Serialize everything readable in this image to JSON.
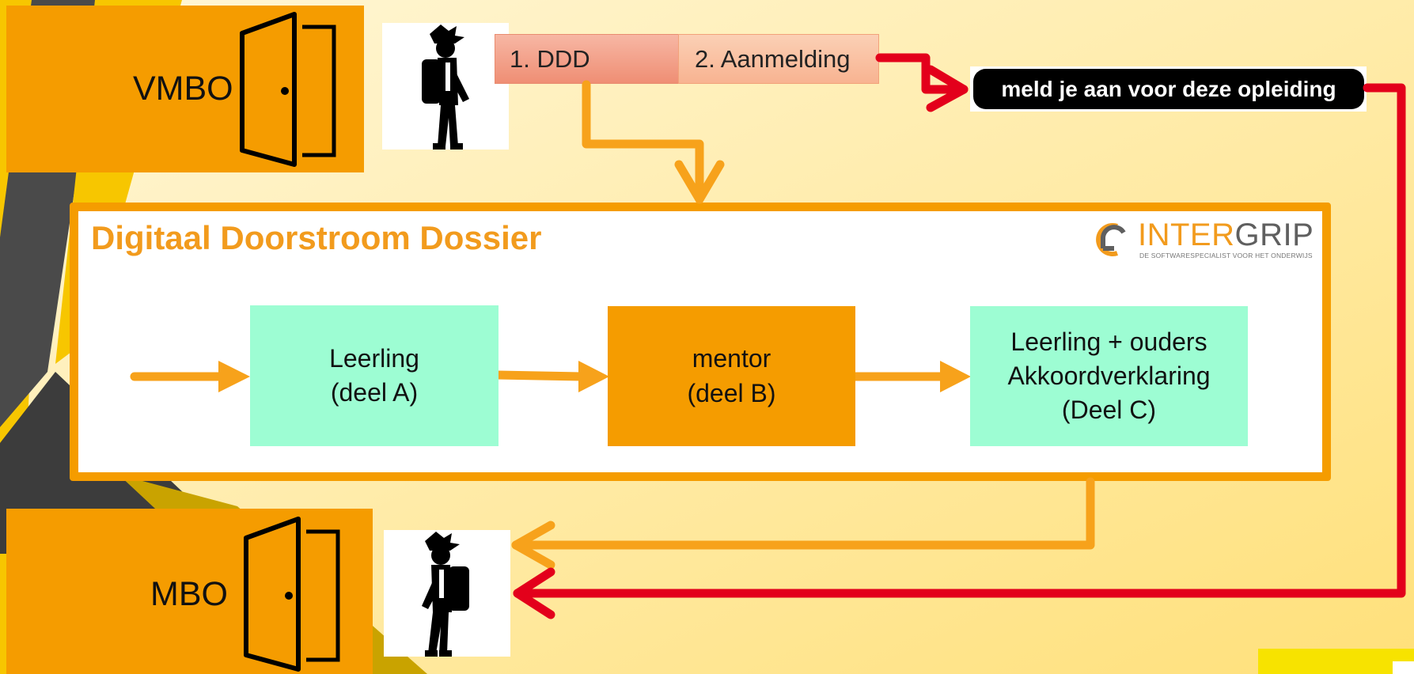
{
  "top_entry": {
    "label": "VMBO"
  },
  "bottom_entry": {
    "label": "MBO"
  },
  "steps": [
    {
      "label": "1. DDD"
    },
    {
      "label": "2. Aanmelding"
    }
  ],
  "signup_button": {
    "label": "meld je aan voor deze opleiding"
  },
  "dossier": {
    "title": "Digitaal Doorstroom Dossier",
    "logo": {
      "name_accent": "INTER",
      "name_rest": "GRIP",
      "tagline": "DE SOFTWARESPECIALIST VOOR HET ONDERWIJS"
    }
  },
  "nodes": [
    {
      "lines": [
        "Leerling",
        "(deel A)"
      ]
    },
    {
      "lines": [
        "mentor",
        "(deel B)"
      ]
    },
    {
      "lines": [
        "Leerling + ouders",
        "Akkoordverklaring",
        "(Deel C)"
      ]
    }
  ],
  "colors": {
    "orange": "#f59c00",
    "mint": "#9dfdd3",
    "red_arrow": "#e3001b",
    "orange_arrow": "#f7a21b"
  },
  "icons": [
    "door-icon",
    "student-backpack-icon",
    "intergrip-logo-icon"
  ]
}
